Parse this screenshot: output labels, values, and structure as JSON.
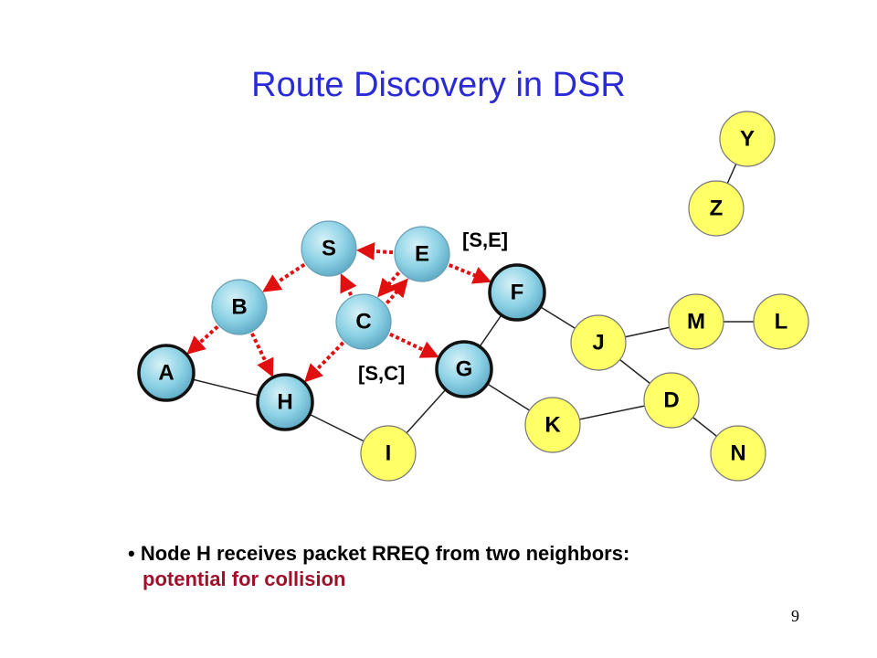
{
  "title": "Route Discovery in DSR",
  "nodes": [
    {
      "id": "S",
      "style": "ball"
    },
    {
      "id": "E",
      "style": "ball"
    },
    {
      "id": "B",
      "style": "ball"
    },
    {
      "id": "C",
      "style": "ball"
    },
    {
      "id": "F",
      "style": "ball-dark"
    },
    {
      "id": "A",
      "style": "ball-dark"
    },
    {
      "id": "H",
      "style": "ball-dark"
    },
    {
      "id": "G",
      "style": "ball-dark"
    },
    {
      "id": "J",
      "style": "plain"
    },
    {
      "id": "M",
      "style": "plain"
    },
    {
      "id": "L",
      "style": "plain"
    },
    {
      "id": "D",
      "style": "plain"
    },
    {
      "id": "K",
      "style": "plain"
    },
    {
      "id": "I",
      "style": "plain"
    },
    {
      "id": "N",
      "style": "plain"
    },
    {
      "id": "Y",
      "style": "plain"
    },
    {
      "id": "Z",
      "style": "plain"
    }
  ],
  "links": [
    [
      "A",
      "H"
    ],
    [
      "H",
      "I"
    ],
    [
      "I",
      "G"
    ],
    [
      "G",
      "F"
    ],
    [
      "F",
      "J"
    ],
    [
      "G",
      "K"
    ],
    [
      "K",
      "D"
    ],
    [
      "J",
      "M"
    ],
    [
      "M",
      "L"
    ],
    [
      "J",
      "D"
    ],
    [
      "D",
      "N"
    ],
    [
      "Y",
      "Z"
    ]
  ],
  "rreq_arrows": [
    [
      "S",
      "B"
    ],
    [
      "B",
      "A"
    ],
    [
      "B",
      "H"
    ],
    [
      "E",
      "S"
    ],
    [
      "C",
      "S"
    ],
    [
      "E",
      "C"
    ],
    [
      "C",
      "E"
    ],
    [
      "E",
      "F"
    ],
    [
      "C",
      "H"
    ],
    [
      "C",
      "G"
    ]
  ],
  "path_labels": {
    "se": "[S,E]",
    "sc": "[S,C]"
  },
  "colors": {
    "node_fill": "#ffff66",
    "ball_fill": "#8fd3e6",
    "arrow": "#e01010",
    "title": "#2b2bd6",
    "highlight": "#a0102a"
  },
  "bullet": {
    "line1": "Node H receives packet RREQ from two neighbors:",
    "line2": "potential for collision"
  },
  "page_number": "9"
}
